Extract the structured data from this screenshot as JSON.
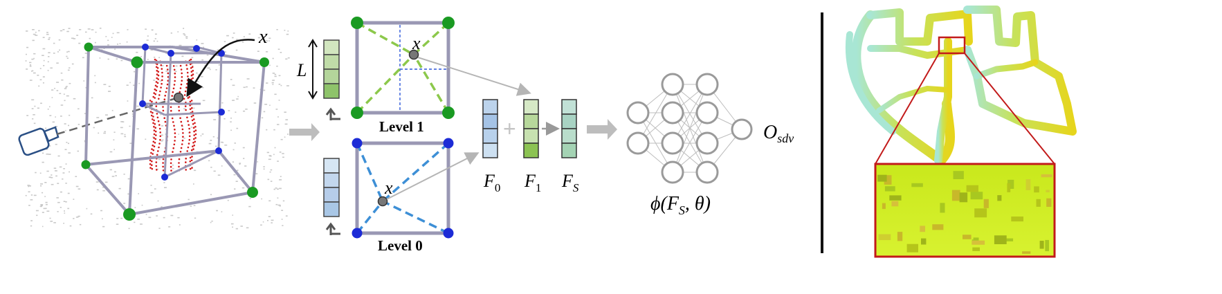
{
  "labels": {
    "x_point": "x",
    "L": "L",
    "level1": "Level 1",
    "level0": "Level 0",
    "F0_base": "F",
    "F0_sub": "0",
    "F1_base": "F",
    "F1_sub": "1",
    "FS_base": "F",
    "FS_sub": "S",
    "plus": "+",
    "phi": "ϕ(F",
    "phi_sub": "S",
    "phi_tail": ", θ)",
    "O_base": "O",
    "O_sub": "sdv"
  },
  "colors": {
    "grid_line": "#9a98b4",
    "node_green": "#1a9a22",
    "node_blue": "#1c2bd6",
    "cloud_red": "#d21818",
    "feat_green_dark": "#8ec36a",
    "feat_green_light": "#d2e6bf",
    "feat_blue_dark": "#a9c7e6",
    "feat_blue_light": "#d6e6f4",
    "feat_teal": "#b6dccc",
    "arrow_gray": "#b9b9b9",
    "divider": "#111111",
    "zoom_box": "#c21a1a",
    "mesh_yellow": "#cfe01c",
    "mesh_teal": "#9fe0c8"
  },
  "icons": [
    "camera-icon"
  ]
}
